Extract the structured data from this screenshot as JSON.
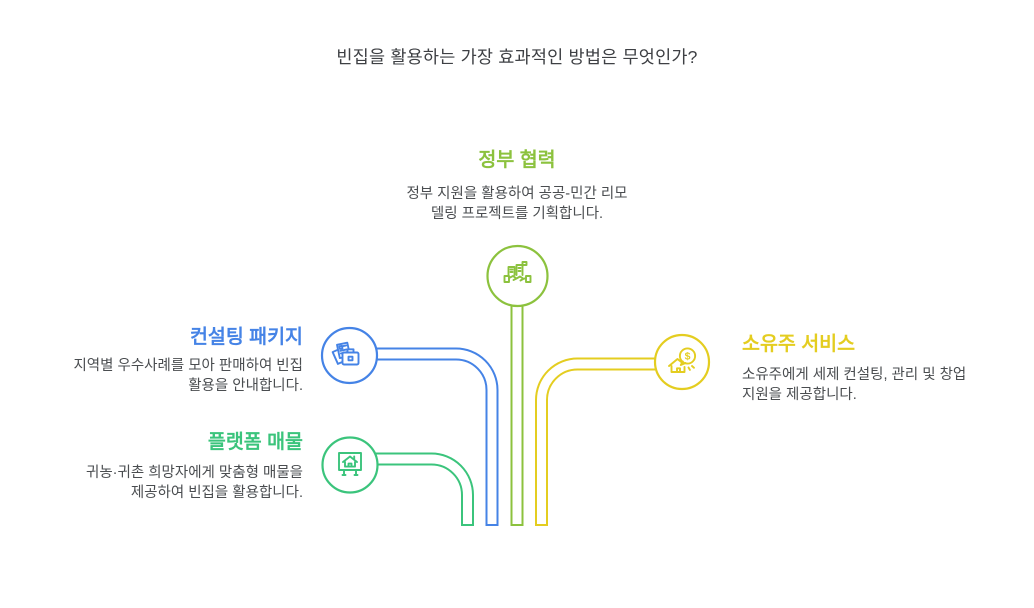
{
  "title": "빈집을 활용하는 가장 효과적인 방법은 무엇인가?",
  "colors": {
    "green": "#8CC23E",
    "blue": "#4583E6",
    "teal": "#3BC47C",
    "yellow": "#E4CD20",
    "title_text": "#3E4044",
    "body_text": "#4A4D50",
    "background": "#FFFFFF"
  },
  "nodes": {
    "government": {
      "heading": "정부 협력",
      "line1": "정부 지원을 활용하여 공공-민간 리모",
      "line2": "델링 프로젝트를 기획합니다.",
      "icon": "buildings-handshake-icon",
      "color": "#8CC23E",
      "position": "top-center"
    },
    "consulting": {
      "heading": "컨설팅 패키지",
      "line1": "지역별 우수사례를 모아 판매하여 빈집",
      "line2": "활용을 안내합니다.",
      "icon": "documents-briefcase-icon",
      "color": "#4583E6",
      "position": "middle-left"
    },
    "platform": {
      "heading": "플랫폼 매물",
      "line1": "귀농·귀촌 희망자에게 맞춤형 매물을",
      "line2": "제공하여 빈집을 활용합니다.",
      "icon": "house-signboard-icon",
      "color": "#3BC47C",
      "position": "bottom-left"
    },
    "owner": {
      "heading": "소유주 서비스",
      "line1": "소유주에게 세제 컨설팅, 관리 및 창업",
      "line2": "지원을 제공합니다.",
      "icon": "house-dollar-bubble-icon",
      "icon_symbol": "$",
      "color": "#E4CD20",
      "position": "middle-right"
    }
  }
}
